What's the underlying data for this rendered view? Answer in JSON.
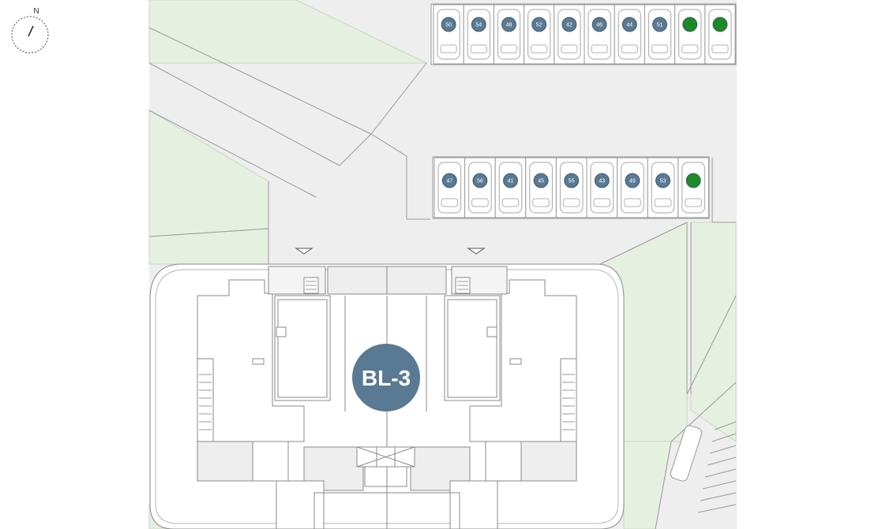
{
  "compass": {
    "label": "N"
  },
  "block": {
    "label": "BL-3",
    "color": "#5a7a93"
  },
  "colors": {
    "occupied": "#5a7a93",
    "available": "#1d8a2a",
    "green_area": "#e6f0e0",
    "pavement": "#eeeeee",
    "lines": "#8a8a8a"
  },
  "parking_rows": [
    {
      "row": "top",
      "spots": [
        {
          "label": "50",
          "status": "occupied"
        },
        {
          "label": "54",
          "status": "occupied"
        },
        {
          "label": "48",
          "status": "occupied"
        },
        {
          "label": "52",
          "status": "occupied"
        },
        {
          "label": "42",
          "status": "occupied"
        },
        {
          "label": "46",
          "status": "occupied"
        },
        {
          "label": "44",
          "status": "occupied"
        },
        {
          "label": "51",
          "status": "occupied"
        },
        {
          "label": "",
          "status": "available"
        },
        {
          "label": "",
          "status": "available"
        }
      ]
    },
    {
      "row": "bottom",
      "spots": [
        {
          "label": "47",
          "status": "occupied"
        },
        {
          "label": "56",
          "status": "occupied"
        },
        {
          "label": "41",
          "status": "occupied"
        },
        {
          "label": "45",
          "status": "occupied"
        },
        {
          "label": "55",
          "status": "occupied"
        },
        {
          "label": "43",
          "status": "occupied"
        },
        {
          "label": "49",
          "status": "occupied"
        },
        {
          "label": "53",
          "status": "occupied"
        },
        {
          "label": "",
          "status": "available"
        }
      ]
    }
  ]
}
